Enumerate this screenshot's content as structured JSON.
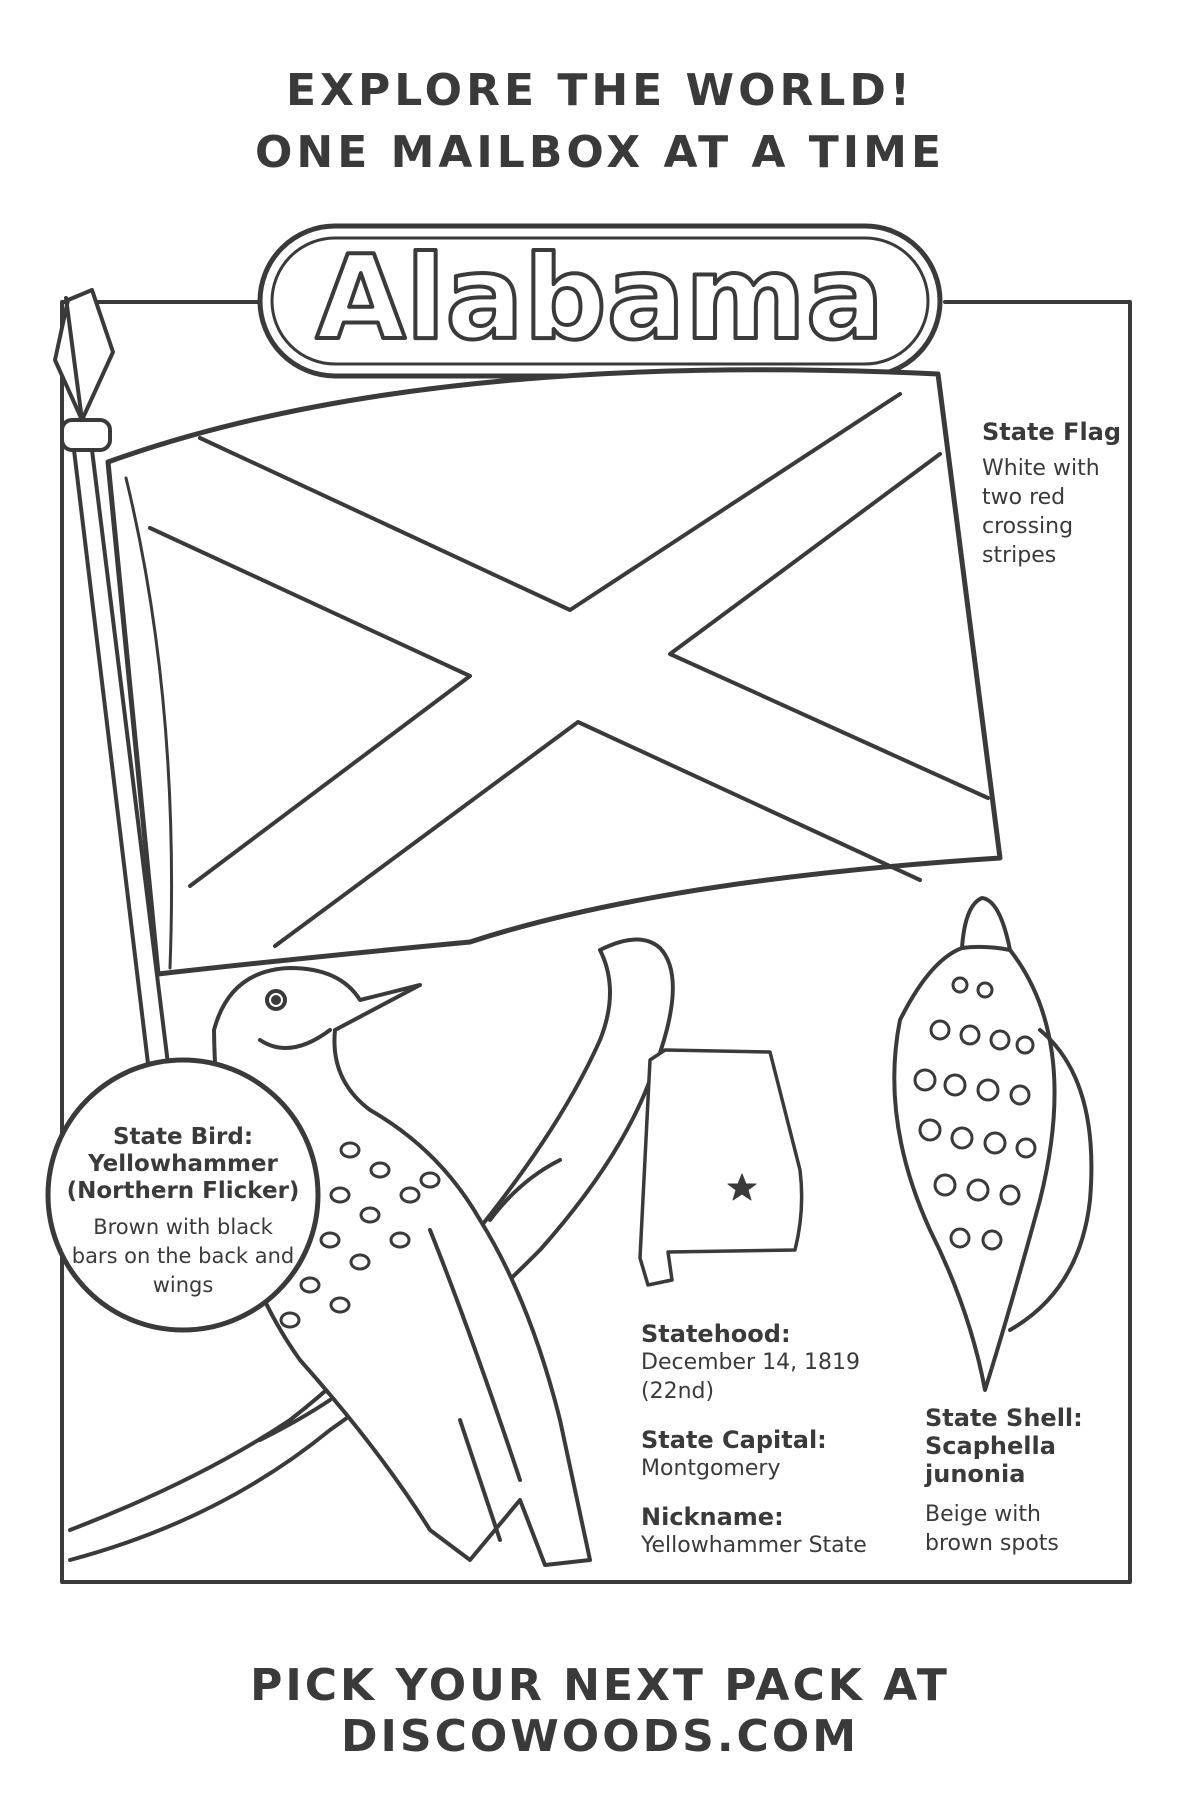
{
  "header": {
    "line1": "EXPLORE THE WORLD!",
    "line2": "ONE MAILBOX AT A TIME"
  },
  "state_name": "Alabama",
  "flag": {
    "title": "State Flag",
    "description": "White with two red crossing stripes"
  },
  "bird": {
    "title_line1": "State Bird:",
    "title_line2": "Yellowhammer",
    "title_line3": "(Northern Flicker)",
    "description": "Brown with black bars on the back and wings"
  },
  "facts": {
    "statehood_label": "Statehood:",
    "statehood_value": "December 14, 1819 (22nd)",
    "capital_label": "State Capital:",
    "capital_value": "Montgomery",
    "nickname_label": "Nickname:",
    "nickname_value": "Yellowhammer State"
  },
  "shell": {
    "title_line1": "State Shell:",
    "title_line2": "Scaphella junonia",
    "description": "Beige with brown spots"
  },
  "footer": "PICK YOUR NEXT PACK AT DISCOWOODS.COM",
  "colors": {
    "ink": "#3a3a3a",
    "paper": "#ffffff"
  },
  "icons": [
    "flag-pole-icon",
    "flag-icon",
    "bird-icon",
    "branch-icon",
    "state-map-icon",
    "capital-star-icon",
    "shell-icon"
  ]
}
